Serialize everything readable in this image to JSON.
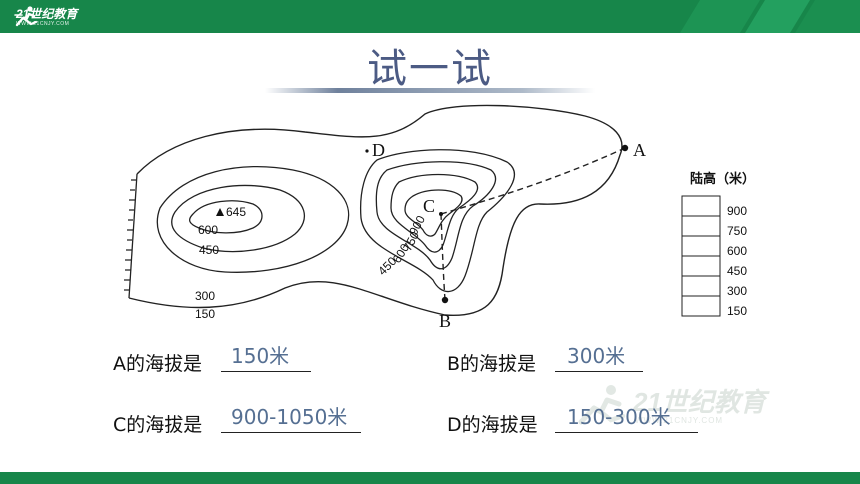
{
  "header": {
    "logo_name": "21世纪教育",
    "logo_url": "WWW.21CNJY.COM"
  },
  "title": "试一试",
  "map": {
    "point_labels": {
      "A": "A",
      "B": "B",
      "C": "C",
      "D": "D"
    },
    "summit_label": "645",
    "contour_labels": {
      "left_600": "600",
      "left_450": "450",
      "left_300": "300",
      "left_150": "150",
      "right_900": "900",
      "right_750": "750",
      "right_600": "600",
      "right_450": "450"
    },
    "legend": {
      "title": "陆高（米）",
      "levels": [
        "900",
        "750",
        "600",
        "450",
        "300",
        "150"
      ]
    }
  },
  "questions": [
    {
      "label": "A的海拔是",
      "answer": "150米"
    },
    {
      "label": "B的海拔是",
      "answer": "300米"
    },
    {
      "label": "C的海拔是",
      "answer": "900-1050米"
    },
    {
      "label": "D的海拔是",
      "answer": "150-300米"
    }
  ],
  "watermark": {
    "text": "21世纪教育",
    "url": "WWW.21CNJY.COM"
  }
}
